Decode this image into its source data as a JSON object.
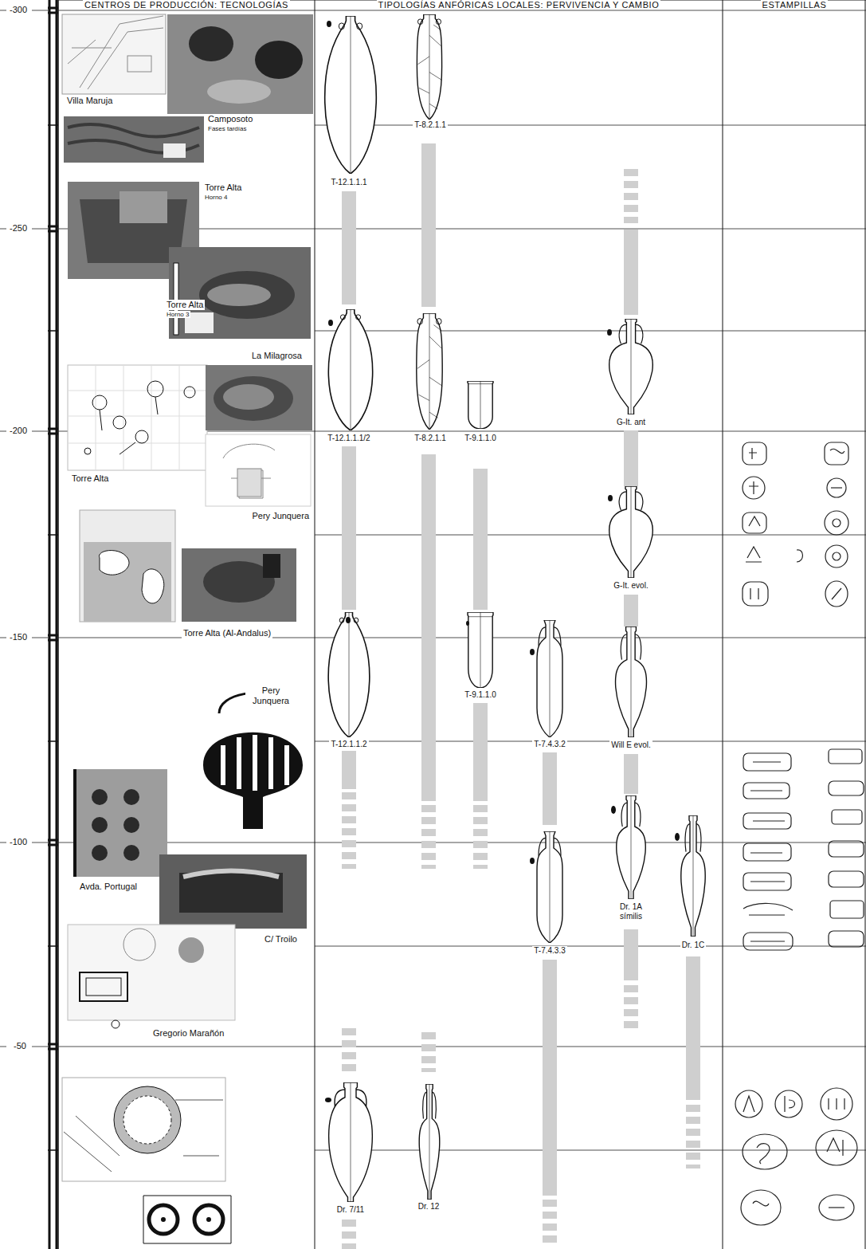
{
  "diagram": {
    "labels": [
      "CENTROS DE PRODUCCIÓN: TECNOLOGÍAS",
      "TIPOLOGÍAS ANFÓRICAS LOCALES: PERVIVENCIA Y CAMBIO",
      "ESTAMPILLAS",
      "-300",
      "-250",
      "-200",
      "-150",
      "-100",
      "-50",
      "Villa Maruja",
      "Camposoto",
      "Fases tardías",
      "Torre Alta",
      "Horno 4",
      "Torre Alta",
      "Horno 3",
      "La Milagrosa",
      "Torre Alta",
      "Pery Junquera",
      "Torre Alta (Al-Andalus)",
      "Pery Junquera",
      "Avda. Portugal",
      "C/ Troilo",
      "Gregorio Marañón",
      "T-12.1.1.1",
      "T-8.2.1.1",
      "T-12.1.1.1/2",
      "T-8.2.1.1",
      "T-9.1.1.0",
      "G-It. ant",
      "G-It. evol.",
      "T-12.1.1.2",
      "T-9.1.1.0",
      "T-7.4.3.2",
      "Will E evol.",
      "Dr. 1A símilis",
      "T-7.4.3.3",
      "Dr. 1C",
      "Dr. 7/11",
      "Dr. 12"
    ]
  }
}
